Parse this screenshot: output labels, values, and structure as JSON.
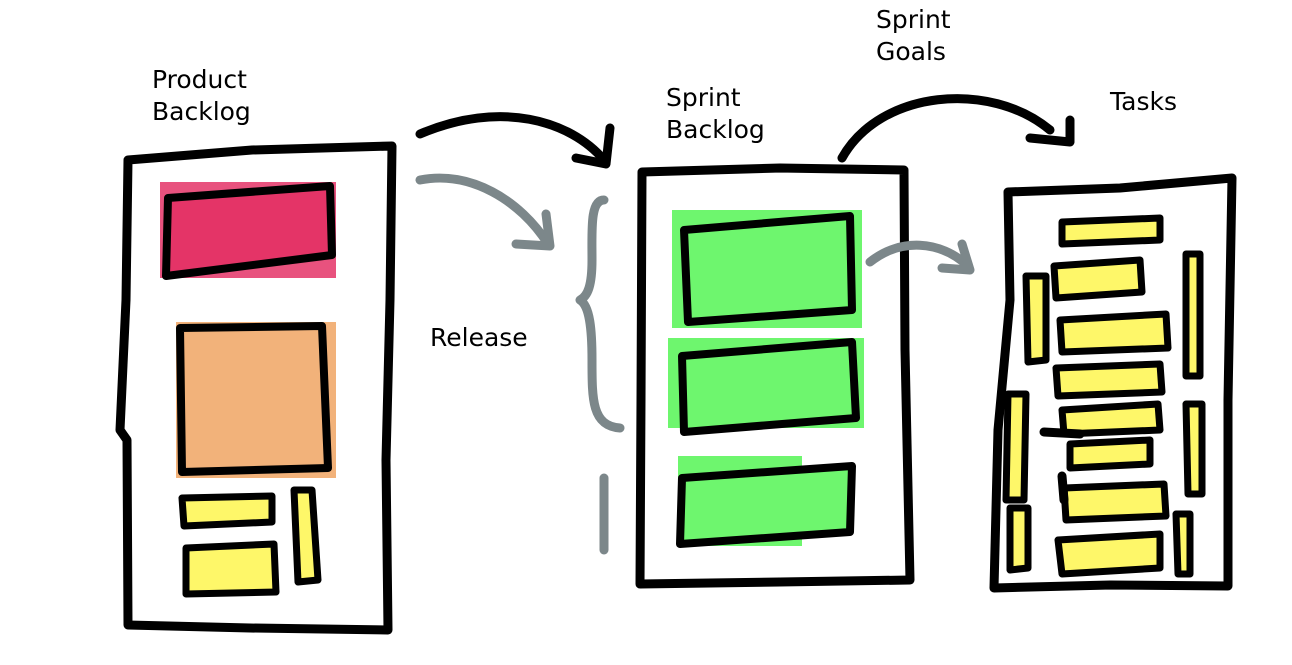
{
  "labels": {
    "product_backlog": [
      "Product",
      "Backlog"
    ],
    "release": "Release",
    "sprint_backlog": [
      "Sprint",
      "Backlog"
    ],
    "sprint_goals": [
      "Sprint",
      "Goals"
    ],
    "tasks": "Tasks"
  },
  "colors": {
    "ink": "#000000",
    "connector_grey": "#7c878a",
    "epic_red": "#e43467",
    "story_orange": "#f2b27a",
    "goal_green": "#6ef66e",
    "task_yellow": "#fef769"
  },
  "columns": [
    {
      "name": "Product Backlog",
      "items": [
        "red-epic",
        "orange-story",
        "small-yellow-notes"
      ]
    },
    {
      "name": "Sprint Backlog",
      "items": [
        "green-goal-1",
        "green-goal-2",
        "green-goal-3"
      ]
    },
    {
      "name": "Tasks",
      "items": [
        "yellow-task-notes"
      ]
    }
  ]
}
